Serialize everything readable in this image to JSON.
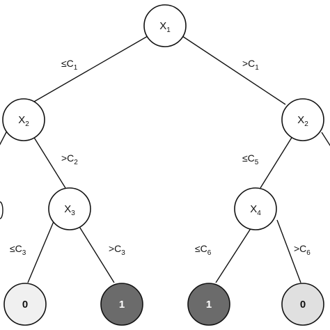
{
  "colors": {
    "stroke": "#111111",
    "internal_fill": "#ffffff",
    "leaf_fill_light": "#f0f0f0",
    "leaf_fill_dark": "#6b6b6b",
    "leaf_fill_medium": "#e0e0e0"
  },
  "nodes": {
    "root": {
      "base": "X",
      "sub": "1"
    },
    "left": {
      "base": "X",
      "sub": "2"
    },
    "right": {
      "base": "X",
      "sub": "2"
    },
    "left_right": {
      "base": "X",
      "sub": "3"
    },
    "right_left": {
      "base": "X",
      "sub": "4"
    }
  },
  "leaves": {
    "ll": {
      "value": "0"
    },
    "lr": {
      "value": "1"
    },
    "rl": {
      "value": "1"
    },
    "rr": {
      "value": "0"
    }
  },
  "edges": {
    "root_left": {
      "op": "≤C",
      "sub": "1"
    },
    "root_right": {
      "op": ">C",
      "sub": "1"
    },
    "left_right": {
      "op": ">C",
      "sub": "2"
    },
    "right_left": {
      "op": "≤C",
      "sub": "5"
    },
    "x3_left": {
      "op": "≤C",
      "sub": "3"
    },
    "x3_right": {
      "op": ">C",
      "sub": "3"
    },
    "x4_left": {
      "op": "≤C",
      "sub": "6"
    },
    "x4_right": {
      "op": ">C",
      "sub": "6"
    }
  }
}
